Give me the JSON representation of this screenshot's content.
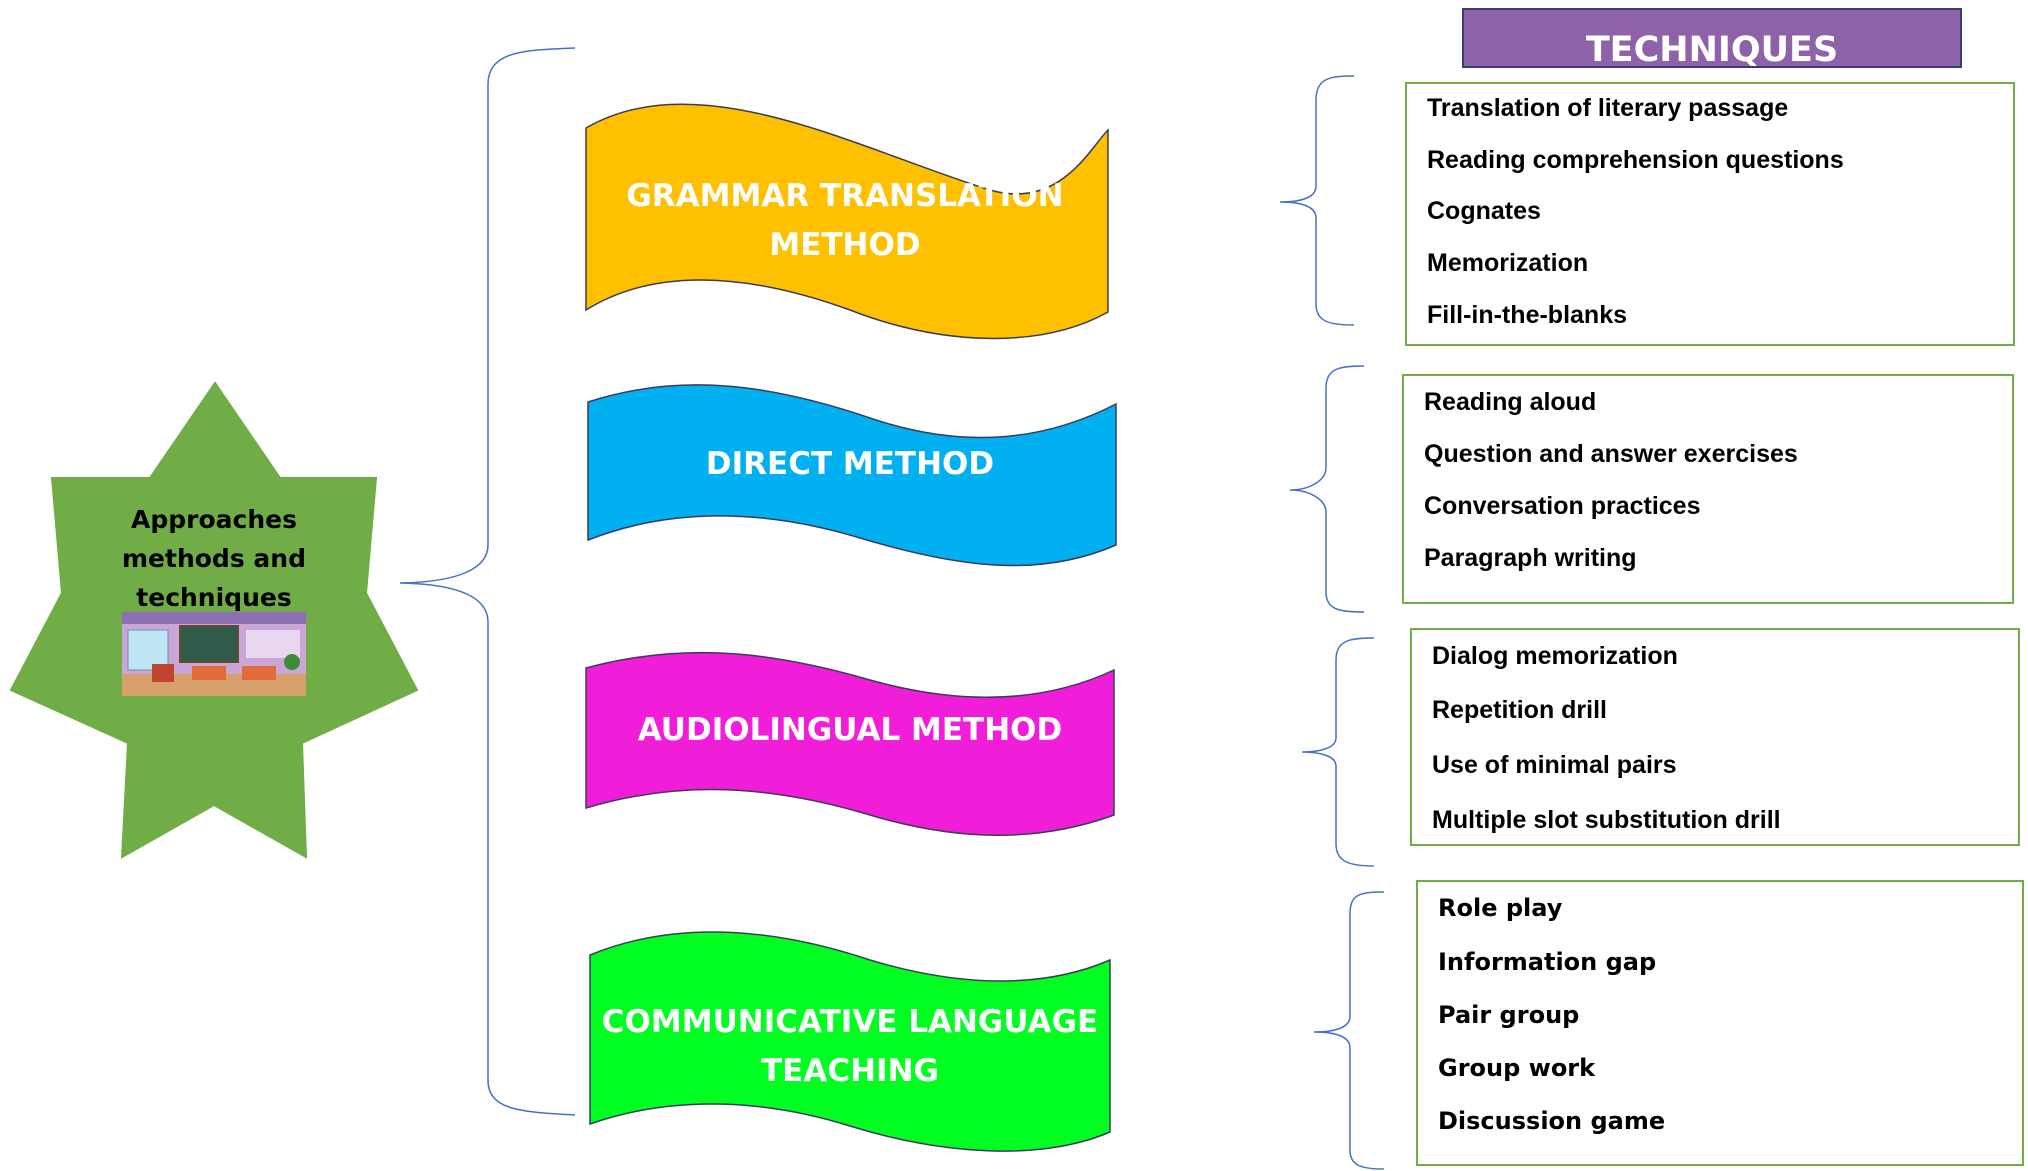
{
  "center": {
    "label_lines": [
      "Approaches",
      "methods and",
      "techniques"
    ],
    "star_color": "#70ad47",
    "thumbnail_icon": "classroom-illustration"
  },
  "techniques_header": {
    "label": "TECHNIQUES",
    "color": "#8e62a8"
  },
  "methods": [
    {
      "label_lines": [
        "GRAMMAR TRANSLATION",
        "METHOD"
      ],
      "color": "#ffc000",
      "techniques": [
        "Translation of literary passage",
        "Reading comprehension questions",
        "Cognates",
        "Memorization",
        "Fill-in-the-blanks"
      ]
    },
    {
      "label_lines": [
        "DIRECT METHOD"
      ],
      "color": "#00b0f0",
      "techniques": [
        "Reading aloud",
        "Question and answer exercises",
        "Conversation practices",
        "Paragraph writing"
      ]
    },
    {
      "label_lines": [
        "AUDIOLINGUAL METHOD"
      ],
      "color": "#f01ed8",
      "techniques": [
        "Dialog memorization",
        "Repetition drill",
        "Use of minimal pairs",
        "Multiple slot substitution drill"
      ]
    },
    {
      "label_lines": [
        "COMMUNICATIVE LANGUAGE",
        "TEACHING"
      ],
      "color": "#00ff21",
      "techniques": [
        "Role play",
        "Information gap",
        "Pair group",
        "Group work",
        "Discussion game"
      ]
    }
  ],
  "colors": {
    "brace": "#4472c4",
    "box_border": "#70ad47"
  }
}
